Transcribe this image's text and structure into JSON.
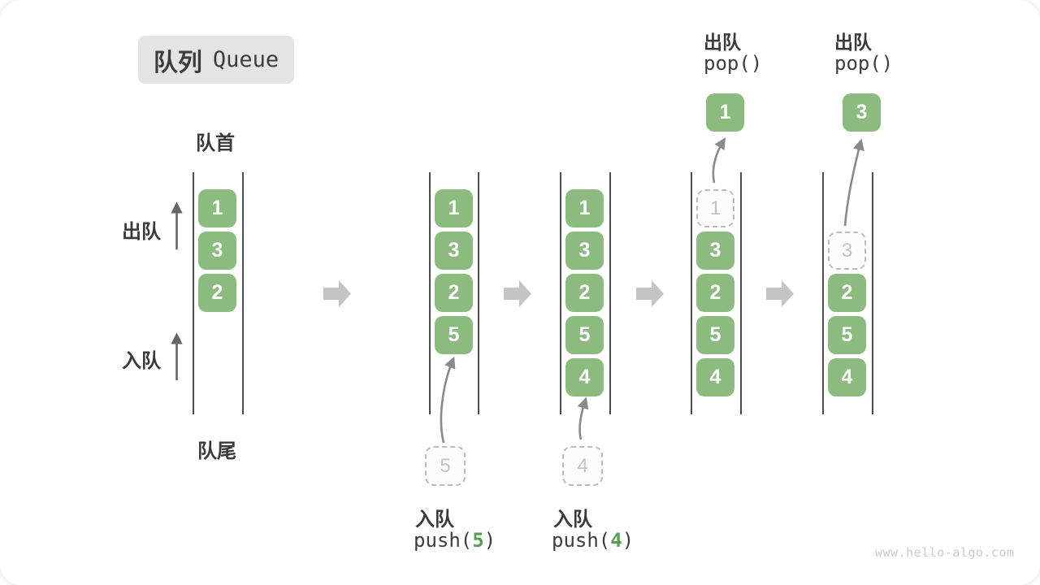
{
  "title": {
    "zh": "队列",
    "en": "Queue"
  },
  "labels": {
    "front": "队首",
    "rear": "队尾",
    "dequeue_side": "出队",
    "enqueue_side": "入队"
  },
  "queues": {
    "q1": {
      "items": [
        "1",
        "3",
        "2"
      ]
    },
    "q2": {
      "items": [
        "1",
        "3",
        "2",
        "5"
      ],
      "incoming": "5"
    },
    "q3": {
      "items": [
        "1",
        "3",
        "2",
        "5",
        "4"
      ],
      "incoming": "4"
    },
    "q4": {
      "ghost": "1",
      "items": [
        "3",
        "2",
        "5",
        "4"
      ],
      "popped": "1"
    },
    "q5": {
      "ghost": "3",
      "items": [
        "2",
        "5",
        "4"
      ],
      "popped": "3"
    }
  },
  "operations": {
    "push5": {
      "label": "入队",
      "fn_open": "push(",
      "arg": "5",
      "fn_close": ")"
    },
    "push4": {
      "label": "入队",
      "fn_open": "push(",
      "arg": "4",
      "fn_close": ")"
    },
    "pop1": {
      "label": "出队",
      "code": "pop()"
    },
    "pop2": {
      "label": "出队",
      "code": "pop()"
    }
  },
  "watermark": "www.hello-algo.com",
  "colors": {
    "box_green": "#8cbb7f",
    "code_green": "#55a054",
    "block_arrow": "#c4c4c4",
    "wall_line": "#4d4d4d",
    "curve_arrow": "#8a8a8a"
  }
}
